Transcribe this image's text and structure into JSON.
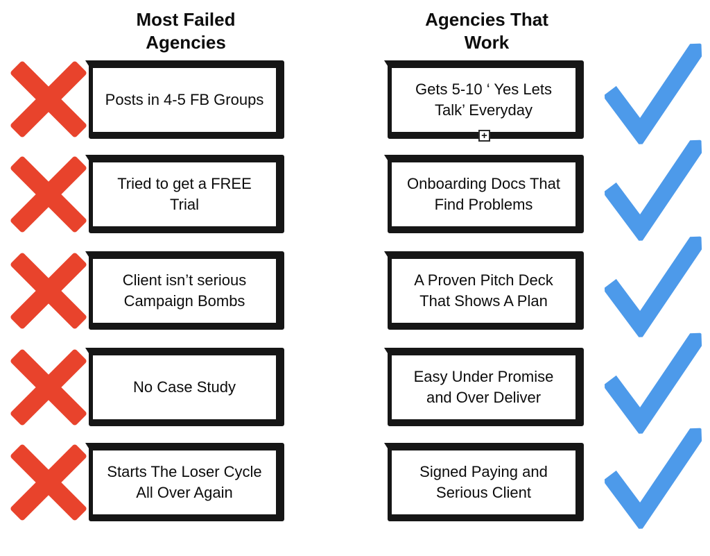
{
  "columns": {
    "failed": {
      "title": "Most Failed Agencies",
      "items": [
        "Posts in 4-5 FB Groups",
        "Tried to get a FREE Trial",
        "Client isn’t serious Campaign Bombs",
        "No Case Study",
        "Starts The Loser Cycle All Over Again"
      ]
    },
    "work": {
      "title": "Agencies That Work",
      "items": [
        "Gets 5-10 ‘ Yes Lets Talk’ Everyday",
        "Onboarding Docs That Find Problems",
        "A Proven Pitch Deck That Shows A Plan",
        "Easy Under Promise and Over Deliver",
        "Signed Paying and Serious Client"
      ]
    }
  },
  "icons": {
    "cross": {
      "color": "#E8432C"
    },
    "check": {
      "color": "#4D9AEA"
    },
    "plus_handle": {
      "glyph": "+"
    }
  },
  "style": {
    "background": "#FFFFFF",
    "box_border_color": "#161616",
    "text_color": "#111111"
  }
}
